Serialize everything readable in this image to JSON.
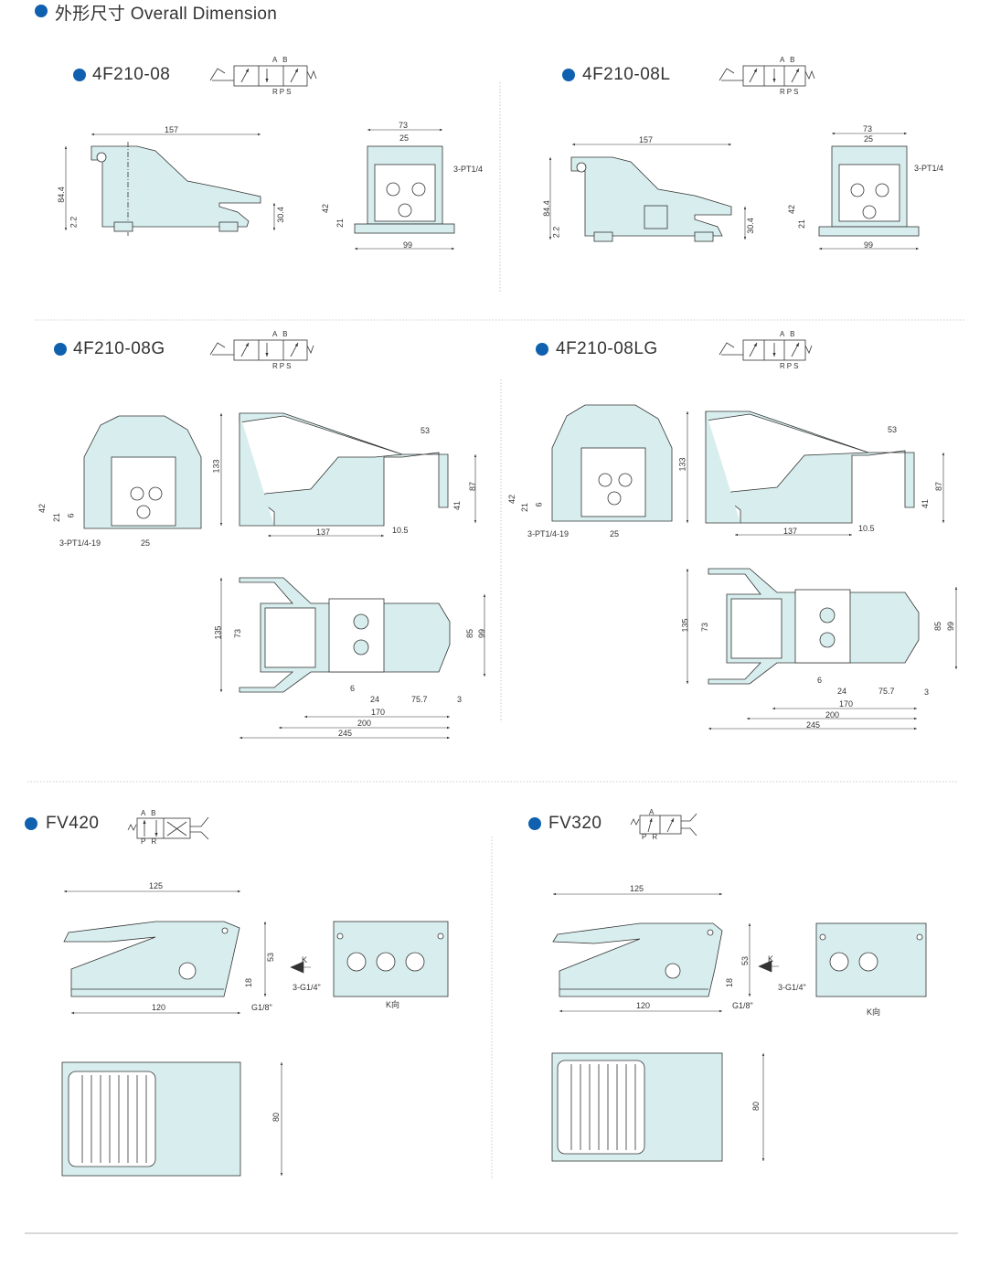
{
  "title": "外形尺寸 Overall Dimension",
  "colors": {
    "bullet": "#1060b0",
    "body_fill": "#d8eeee",
    "line": "#333333"
  },
  "p1": {
    "model": "4F210-08",
    "sym_top": "A B",
    "sym_bottom": "RPS",
    "side": {
      "length": "157",
      "height": "84.4",
      "base": "2.2",
      "pedal": "30.4"
    },
    "front": {
      "width": "73",
      "pitch": "25",
      "ports": "3-PT1/4",
      "h1": "42",
      "h2": "21",
      "base": "99"
    }
  },
  "p2": {
    "model": "4F210-08L",
    "sym_top": "A B",
    "sym_bottom": "RPS",
    "side": {
      "length": "157",
      "height": "84.4",
      "base": "2.2",
      "pedal": "30.4"
    },
    "front": {
      "width": "73",
      "pitch": "25",
      "ports": "3-PT1/4",
      "h1": "42",
      "h2": "21",
      "base": "99"
    }
  },
  "p3": {
    "model": "4F210-08G",
    "sym_top": "A B",
    "sym_bottom": "RPS",
    "front": {
      "h1": "42",
      "h2": "21",
      "h3": "6",
      "ports": "3-PT1/4-19",
      "pitch": "25"
    },
    "side": {
      "height": "133",
      "d53": "53",
      "d87": "87",
      "d41": "41",
      "d137": "137",
      "d10": "10.5"
    },
    "top": {
      "d135": "135",
      "d73": "73",
      "d85": "85",
      "d99": "99",
      "d6": "6",
      "d24": "24",
      "d75": "75.7",
      "d3": "3",
      "d170": "170",
      "d200": "200",
      "d245": "245"
    }
  },
  "p4": {
    "model": "4F210-08LG",
    "sym_top": "A B",
    "sym_bottom": "RPS",
    "front": {
      "h1": "42",
      "h2": "21",
      "h3": "6",
      "ports": "3-PT1/4-19",
      "pitch": "25"
    },
    "side": {
      "height": "133",
      "d53": "53",
      "d87": "87",
      "d41": "41",
      "d137": "137",
      "d10": "10.5"
    },
    "top": {
      "d135": "135",
      "d73": "73",
      "d85": "85",
      "d99": "99",
      "d6": "6",
      "d24": "24",
      "d75": "75.7",
      "d3": "3",
      "d170": "170",
      "d200": "200",
      "d245": "245"
    }
  },
  "p5": {
    "model": "FV420",
    "sym_top": "A B",
    "sym_bottom": "P R",
    "side": {
      "length": "125",
      "height": "53",
      "port_h": "18",
      "base": "120",
      "port": "G1/8\""
    },
    "k_label": "K",
    "end": {
      "ports": "3-G1/4\"",
      "view": "K向"
    },
    "top": {
      "width": "80"
    }
  },
  "p6": {
    "model": "FV320",
    "sym_top": "A",
    "sym_bottom": "P R",
    "side": {
      "length": "125",
      "height": "53",
      "port_h": "18",
      "base": "120",
      "port": "G1/8\""
    },
    "k_label": "K",
    "end": {
      "ports": "3-G1/4\"",
      "view": "K向"
    },
    "top": {
      "width": "80"
    }
  }
}
